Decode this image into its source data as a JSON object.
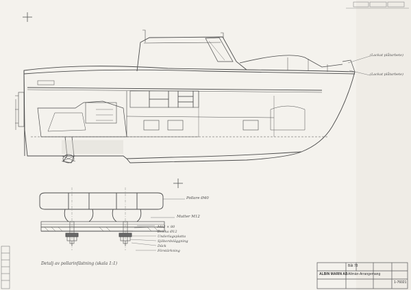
{
  "drawing": {
    "title": "Detalj av pollarinfästning (skala 1:1)",
    "hull_notes": {
      "top_right_a": "(Lackat plåtarbete)",
      "top_right_b": "(Lackat plåtarbete)"
    },
    "detail_callouts": {
      "top": "Pollare Ø40",
      "mid": "Mutter M12",
      "list": [
        "M12 × 80",
        "Bricka Ø12",
        "Underlagsplatta",
        "Sjöbordsläggning",
        "Däck",
        "Förstärkning"
      ]
    }
  },
  "title_block": {
    "company": "ALBIN MARIN AB",
    "description": "Allmän-Arrangemang",
    "number": "1-76021",
    "small": "Båt 78"
  }
}
